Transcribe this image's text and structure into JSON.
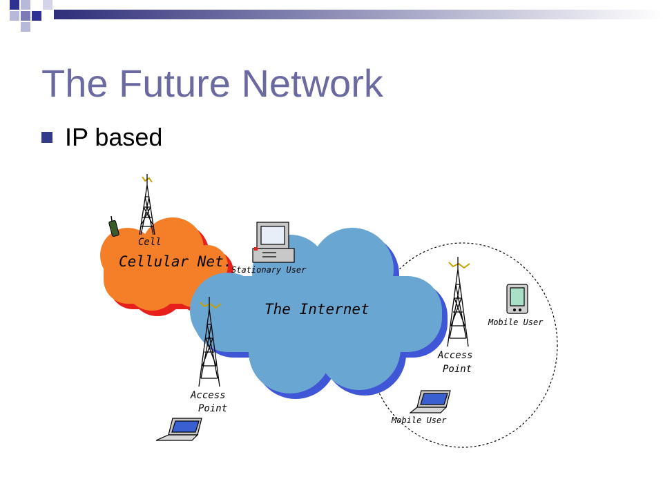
{
  "slide": {
    "title": "The Future Network",
    "bullets": [
      "IP based"
    ]
  },
  "diagram": {
    "labels": {
      "cell": "Cell",
      "cellular_net": "Cellular Net.",
      "stationary_user": "Stationary User",
      "internet": "The Internet",
      "access_point_left_line1": "Access",
      "access_point_left_line2": "Point",
      "access_point_right_line1": "Access",
      "access_point_right_line2": "Point",
      "mobile_user_tablet": "Mobile User",
      "mobile_user_laptop": "Mobile User"
    },
    "colors": {
      "cellular_fill": "#f57f28",
      "cellular_shadow": "#e8201c",
      "internet_fill": "#6aa6d2",
      "internet_shadow": "#3f56d6",
      "title": "#6a6aa0",
      "bullet": "#333a8a"
    },
    "icons": [
      "cell-tower-icon",
      "mobile-phone-icon",
      "desktop-computer-icon",
      "antenna-tower-icon",
      "pda-icon",
      "laptop-icon"
    ]
  }
}
